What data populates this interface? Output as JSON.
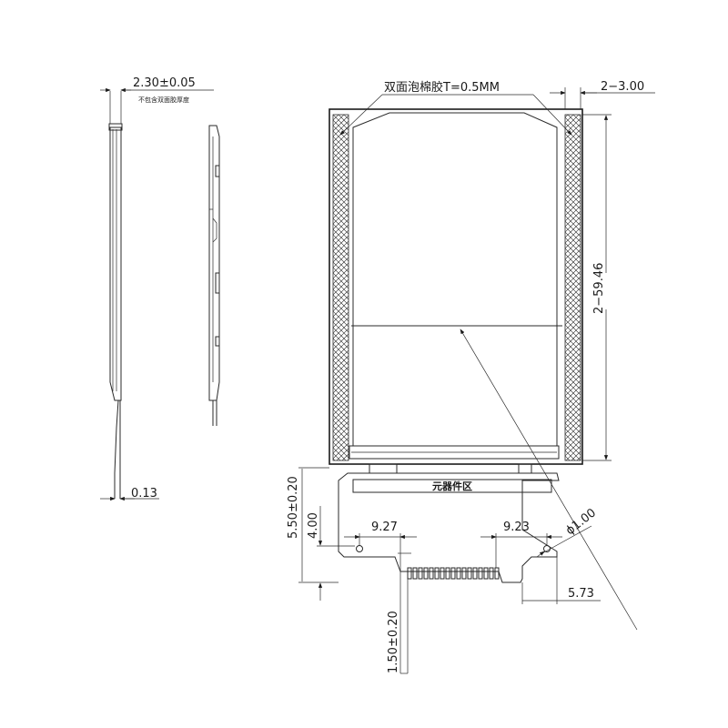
{
  "annotations": {
    "thickness": "2.30±0.05",
    "thickness_note": "不包含双面胶厚度",
    "fpc_thickness": "0.13",
    "foam_tape": "双面泡棉胶T=0.5MM",
    "tape_width": "2−3.00",
    "tape_length": "2−59.46",
    "component_area": "元器件区",
    "hole_diameter": "ϕ1.00",
    "dim_left_hole": "9.27",
    "dim_right_hole": "9.23",
    "dim_tail_width": "5.73",
    "dim_tail_total": "5.50±0.20",
    "dim_hole_height": "4.00",
    "dim_pin_length": "1.50±0.20"
  }
}
